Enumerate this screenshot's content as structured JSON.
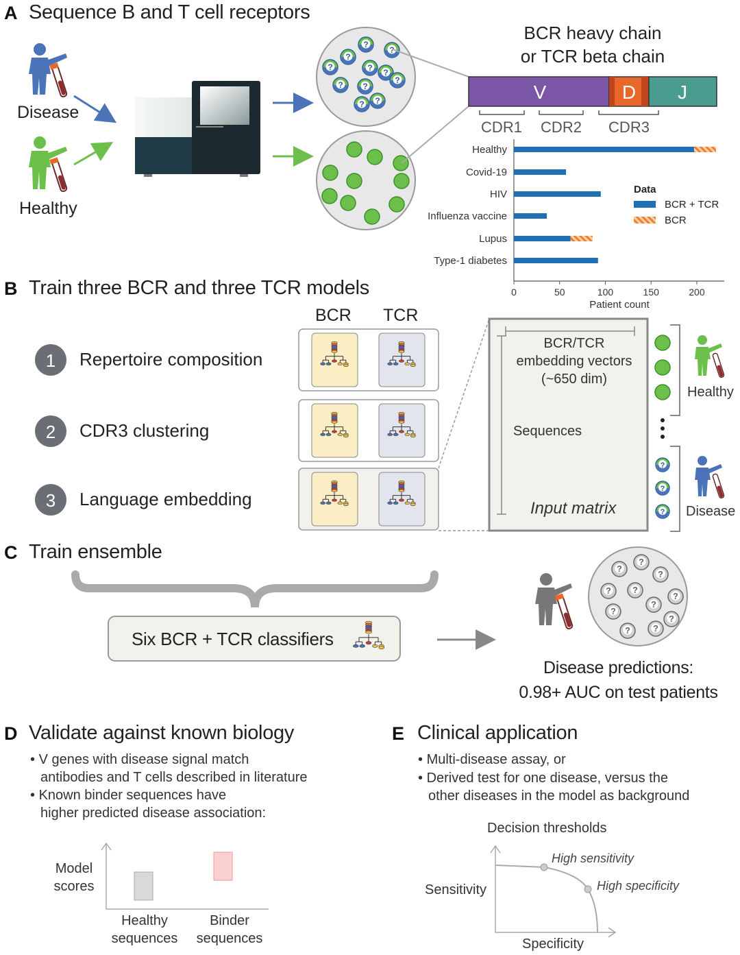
{
  "panel_a": {
    "letter": "A",
    "title": "Sequence B and T cell receptors",
    "disease_label": "Disease",
    "healthy_label": "Healthy",
    "chain_title_line1": "BCR heavy chain",
    "chain_title_line2": "or TCR beta chain",
    "segments": {
      "v": "V",
      "d": "D",
      "j": "J"
    },
    "cdrs": {
      "cdr1": "CDR1",
      "cdr2": "CDR2",
      "cdr3": "CDR3"
    },
    "unknown_mark": "?"
  },
  "chart_data": {
    "type": "bar",
    "orientation": "horizontal",
    "stacked": true,
    "categories": [
      "Healthy",
      "Covid-19",
      "HIV",
      "Influenza vaccine",
      "Lupus",
      "Type-1 diabetes"
    ],
    "series": [
      {
        "name": "BCR + TCR",
        "values": [
          197,
          57,
          95,
          36,
          62,
          92
        ],
        "color": "#1f6fb5"
      },
      {
        "name": "BCR",
        "values": [
          24,
          0,
          0,
          0,
          24,
          0
        ],
        "color": "#f07f2a"
      }
    ],
    "xlabel": "Patient count",
    "xlim": [
      0,
      230
    ],
    "xticks": [
      0,
      50,
      100,
      150,
      200
    ],
    "legend_title": "Data",
    "legend_position": "right"
  },
  "panel_b": {
    "letter": "B",
    "title": "Train three BCR and three TCR models",
    "col_bcr": "BCR",
    "col_tcr": "TCR",
    "models": [
      {
        "num": "1",
        "name": "Repertoire composition"
      },
      {
        "num": "2",
        "name": "CDR3 clustering"
      },
      {
        "num": "3",
        "name": "Language embedding"
      }
    ],
    "matrix_line1": "BCR/TCR",
    "matrix_line2": "embedding vectors",
    "matrix_line3": "(~650 dim)",
    "matrix_rows": "Sequences",
    "matrix_caption": "Input matrix",
    "healthy_label": "Healthy",
    "disease_label": "Disease"
  },
  "panel_c": {
    "letter": "C",
    "title": "Train ensemble",
    "classifiers": "Six BCR + TCR classifiers",
    "prediction_line1": "Disease predictions:",
    "prediction_line2": "0.98+ AUC on test patients"
  },
  "panel_d": {
    "letter": "D",
    "title": "Validate against known biology",
    "bullets": [
      [
        "V genes with disease signal match",
        "antibodies and T cells described in literature"
      ],
      [
        "Known binder sequences have",
        "higher predicted disease association:"
      ]
    ],
    "ylabel_line1": "Model",
    "ylabel_line2": "scores",
    "bar1_line1": "Healthy",
    "bar1_line2": "sequences",
    "bar2_line1": "Binder",
    "bar2_line2": "sequences"
  },
  "panel_e": {
    "letter": "E",
    "title": "Clinical application",
    "bullets": [
      [
        "Multi-disease assay, or"
      ],
      [
        "Derived test for one disease, versus the",
        "other diseases in the model as background"
      ]
    ],
    "chart_title": "Decision thresholds",
    "ylabel": "Sensitivity",
    "xlabel": "Specificity",
    "point1": "High sensitivity",
    "point2": "High specificity"
  },
  "colors": {
    "disease_blue": "#4a73b8",
    "healthy_green": "#6cbf4a",
    "v_segment": "#7b55a6",
    "d_segment": "#e8672a",
    "j_segment": "#4a9c8e",
    "bar_blue": "#1f6fb5",
    "bar_orange": "#f07f2a",
    "bcr_card": "#fbeec4",
    "tcr_card": "#e2e5ec"
  }
}
